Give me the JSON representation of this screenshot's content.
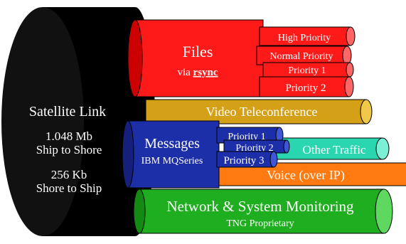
{
  "satellite": {
    "title": "Satellite Link",
    "up_rate": "1.048 Mb",
    "up_dir": "Ship to Shore",
    "down_rate": "256 Kb",
    "down_dir": "Shore to Ship",
    "color": "#000000"
  },
  "files": {
    "title": "Files",
    "via": "via ",
    "tool": "rsync",
    "color": "#ff1a1a",
    "priorities": [
      "High Priority",
      "Normal Priority",
      "Priority 1",
      "Priority 2"
    ]
  },
  "video": {
    "label": "Video Teleconference",
    "color": "#d4a017"
  },
  "messages": {
    "title": "Messages",
    "subtitle": "IBM MQSeries",
    "color": "#1c2fa8",
    "priorities": [
      "Priority 1",
      "Priority 2",
      "Priority 3"
    ]
  },
  "other": {
    "label": "Other Traffic",
    "color": "#29d6b0"
  },
  "voice": {
    "label": "Voice (over IP)",
    "color": "#ff7a10"
  },
  "network": {
    "label": "Network & System Monitoring",
    "sublabel": "TNG Proprietary",
    "color": "#1fae1f"
  }
}
